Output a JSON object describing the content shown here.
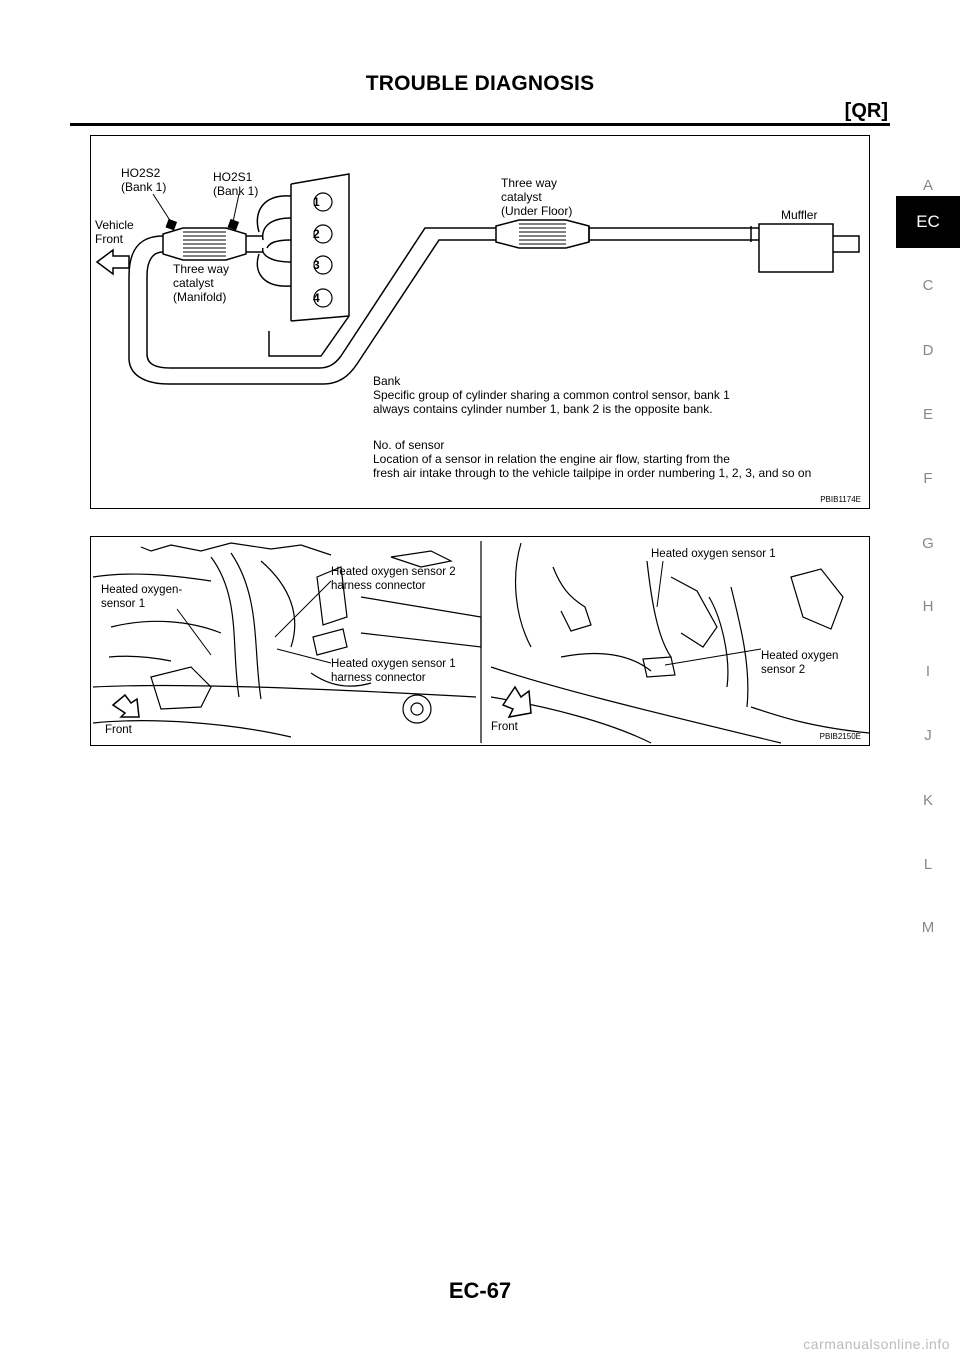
{
  "header": {
    "title": "TROUBLE DIAGNOSIS",
    "code": "[QR]"
  },
  "side_tabs": [
    "A",
    "EC",
    "C",
    "D",
    "E",
    "F",
    "G",
    "H",
    "I",
    "J",
    "K",
    "L",
    "M"
  ],
  "active_tab": "EC",
  "figure1": {
    "id": "PBIB1174E",
    "labels": {
      "ho2s2": "HO2S2\n(Bank 1)",
      "ho2s1": "HO2S1\n(Bank 1)",
      "vehicle_front": "Vehicle\nFront",
      "manifold_catalyst": "Three way\ncatalyst\n(Manifold)",
      "underfloor_catalyst": "Three way\ncatalyst\n(Under Floor)",
      "muffler": "Muffler",
      "bank_title": "Bank",
      "bank_desc": "Specific group of cylinder sharing a common control sensor, bank 1\nalways contains cylinder number 1, bank 2 is the opposite bank.",
      "sensor_no_title": "No. of sensor",
      "sensor_no_desc": "Location of a sensor in relation the engine air flow, starting from the\nfresh air intake through to the vehicle tailpipe in order numbering 1, 2, 3, and so on"
    },
    "cylinders": [
      "1",
      "2",
      "3",
      "4"
    ]
  },
  "figure2": {
    "id": "PBIB2150E",
    "labels": {
      "ho_sensor1_left": "Heated oxygen-\nsensor 1",
      "ho_sensor2_connector": "Heated oxygen sensor 2\nharness connector",
      "ho_sensor1_connector": "Heated oxygen sensor 1\nharness connector",
      "front_left": "Front",
      "ho_sensor1_right": "Heated oxygen sensor 1",
      "ho_sensor2_right": "Heated oxygen\nsensor 2",
      "front_right": "Front"
    }
  },
  "footer": {
    "page_number": "EC-67",
    "watermark": "carmanualsonline.info"
  }
}
